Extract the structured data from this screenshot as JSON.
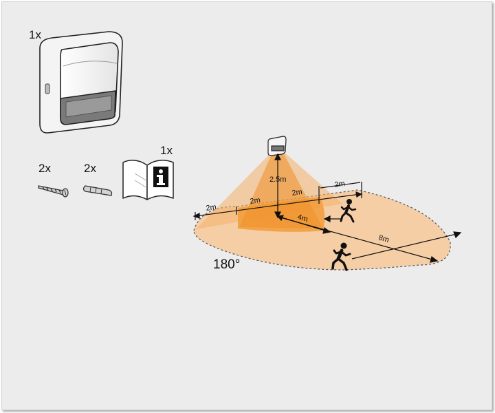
{
  "contents": {
    "sensor_qty": "1x",
    "screw_qty": "2x",
    "anchor_qty": "2x",
    "manual_qty": "1x",
    "manual_icon": "info-icon"
  },
  "detection": {
    "height": "2.5m",
    "left_outer": "2m",
    "left_inner": "2m",
    "right_inner": "2m",
    "right_outer": "2m",
    "near_range": "4m",
    "far_range": "8m",
    "angle": "180°"
  },
  "colors": {
    "outer_zone": "#f7c99a",
    "inner_zone": "#f29c3a",
    "panel": "#ececec"
  }
}
